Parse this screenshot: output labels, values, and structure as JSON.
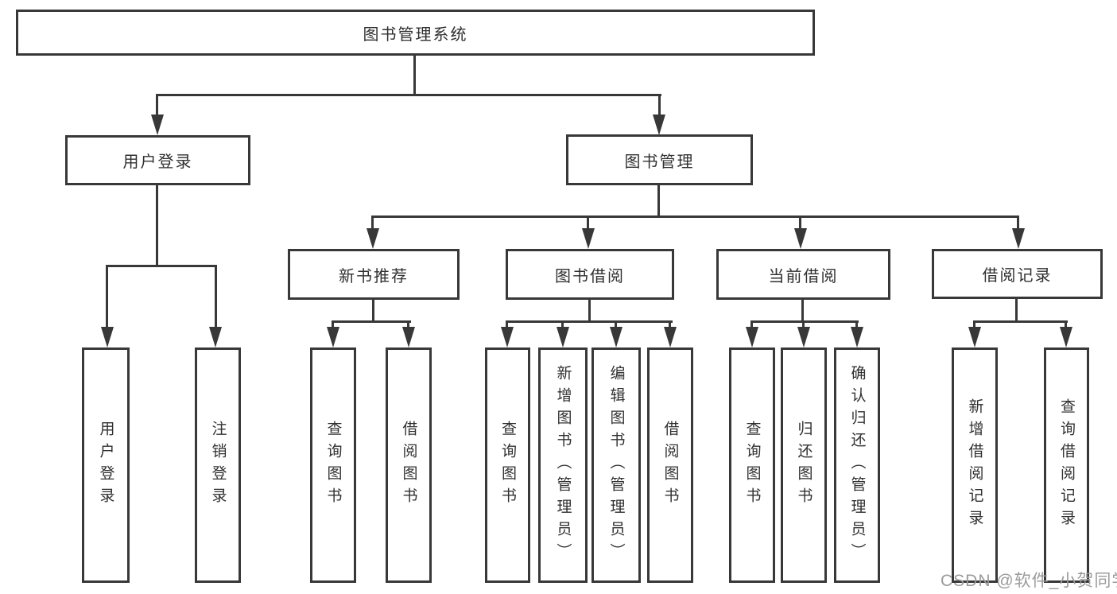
{
  "diagram_title": "图书管理系统",
  "nodes": {
    "root": "图书管理系统",
    "l2": [
      "用户登录",
      "图书管理"
    ],
    "l3": [
      "新书推荐",
      "图书借阅",
      "当前借阅",
      "借阅记录"
    ],
    "l4": [
      "用户登录",
      "注销登录",
      "查询图书",
      "借阅图书",
      "查询图书",
      "新增图书（管理员）",
      "编辑图书（管理员）",
      "借阅图书",
      "查询图书",
      "归还图书",
      "确认归还（管理员）",
      "新增借阅记录",
      "查询借阅记录"
    ]
  },
  "watermark": {
    "text": "CSDN @软件_小贺同学"
  },
  "colors": {
    "line": "#383838",
    "box_border": "#383838",
    "text": "#303030",
    "watermark": "#9b9b9b",
    "background": "#ffffff"
  }
}
